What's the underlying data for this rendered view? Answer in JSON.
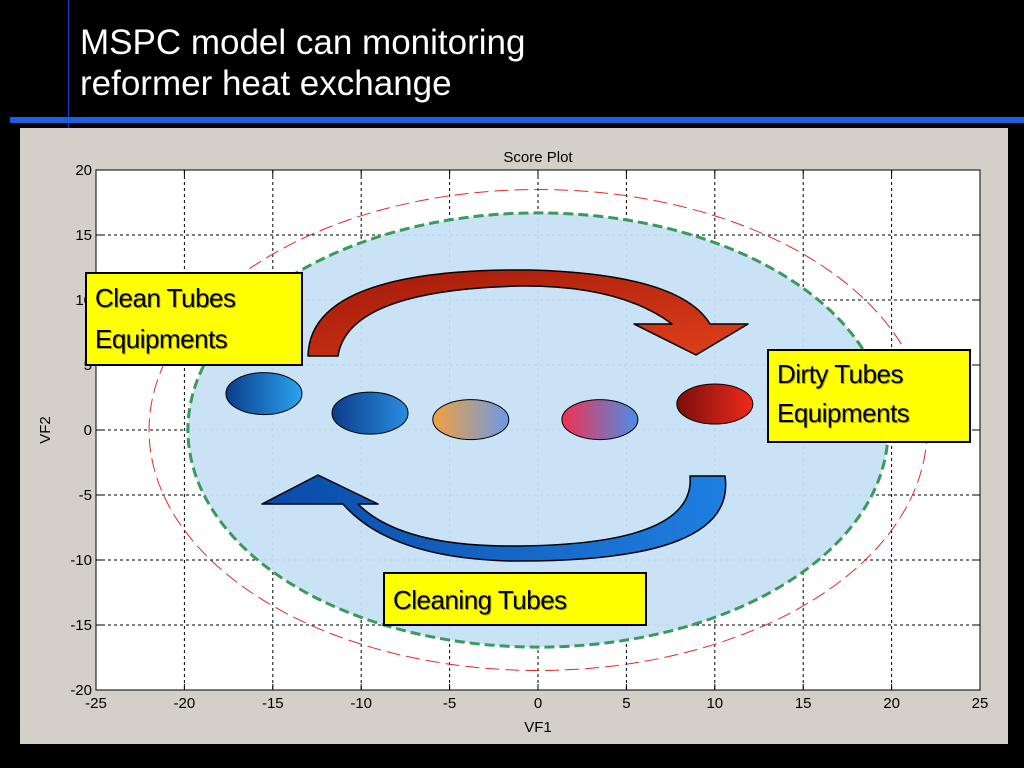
{
  "slide": {
    "title_lines": [
      "MSPC model can monitoring",
      "reformer heat exchange"
    ],
    "colors": {
      "background": "#000000",
      "rule": "#1c5fe0",
      "panel": "#d4d0c8",
      "callout_fill": "#ffff00",
      "region_fill": "#c6e0f4",
      "green_limit": "#3a9a5a",
      "red_limit": "#e02a2a",
      "arrow_forward": "#e0401c",
      "arrow_return": "#1e7fe0"
    }
  },
  "callouts": {
    "clean": [
      "Clean Tubes",
      "Equipments"
    ],
    "dirty": [
      "Dirty Tubes",
      "Equipments"
    ],
    "cleaning": [
      "Cleaning Tubes"
    ]
  },
  "chart_data": {
    "type": "scatter",
    "title": "Score Plot",
    "xlabel": "VF1",
    "ylabel": "VF2",
    "xlim": [
      -25,
      25
    ],
    "ylim": [
      -20,
      20
    ],
    "xticks": [
      -25,
      -20,
      -15,
      -10,
      -5,
      0,
      5,
      10,
      15,
      20,
      25
    ],
    "yticks": [
      20,
      15,
      10,
      5,
      0,
      -5,
      -10,
      -15,
      -20
    ],
    "grid": true,
    "limit_ellipses": [
      {
        "style": "green-dashed",
        "center": [
          0,
          0
        ],
        "rx": 19.8,
        "ry": 16.7
      },
      {
        "style": "red-dashed",
        "center": [
          0,
          0
        ],
        "rx": 22,
        "ry": 18.5
      }
    ],
    "points": [
      {
        "x": -15.5,
        "y": 2.8,
        "state": "clean",
        "colors": [
          "#0a3d8a",
          "#2aa4f0"
        ]
      },
      {
        "x": -9.5,
        "y": 1.3,
        "state": "clean",
        "colors": [
          "#0a3d8a",
          "#2a8de0"
        ]
      },
      {
        "x": -3.8,
        "y": 0.8,
        "state": "transition",
        "colors": [
          "#f2a040",
          "#6a9ae8"
        ]
      },
      {
        "x": 3.5,
        "y": 0.8,
        "state": "transition",
        "colors": [
          "#f23050",
          "#4a8ee8"
        ]
      },
      {
        "x": 10,
        "y": 2.0,
        "state": "dirty",
        "colors": [
          "#7a0e0e",
          "#f02a1a"
        ]
      }
    ]
  }
}
